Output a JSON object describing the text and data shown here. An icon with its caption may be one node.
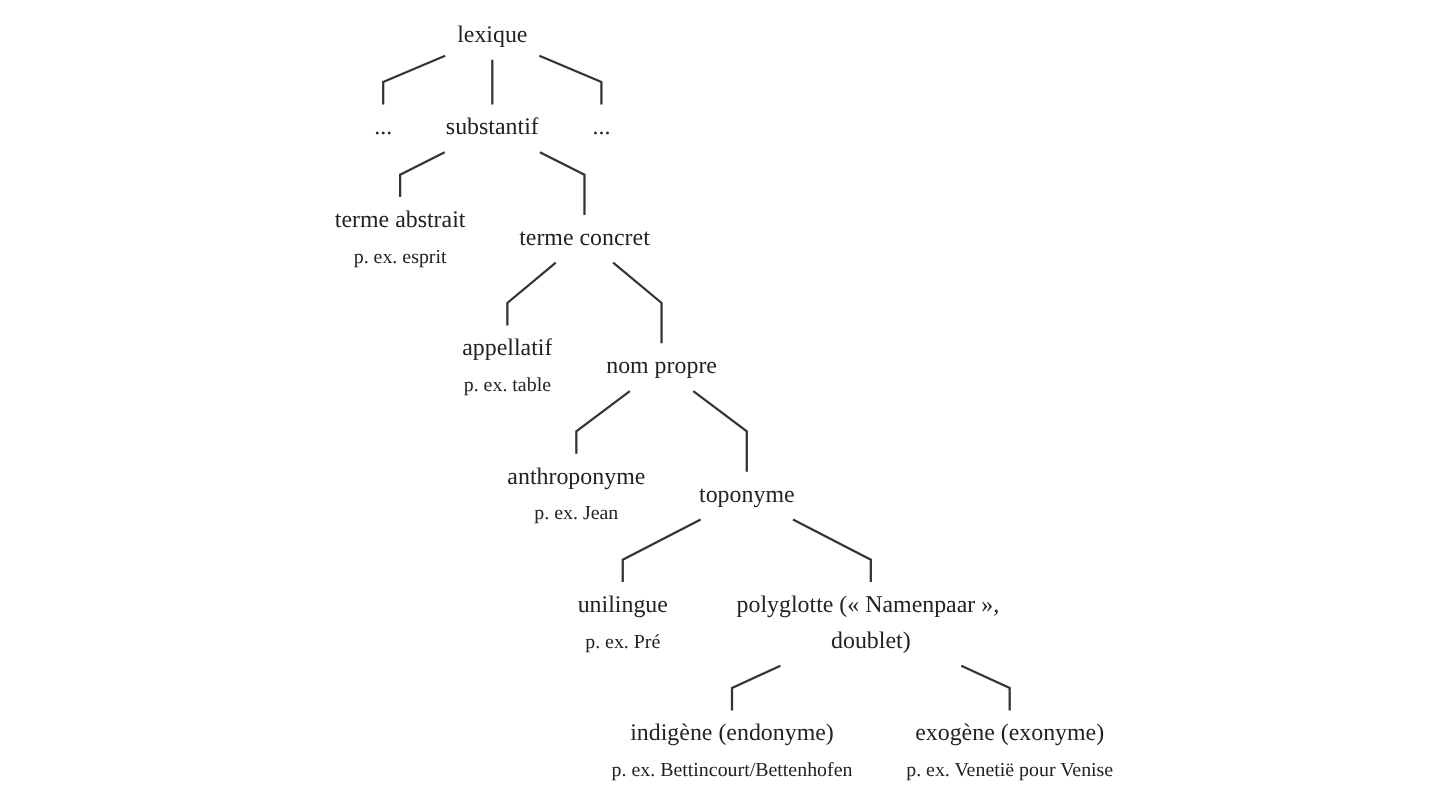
{
  "diagram": {
    "nodes": [
      {
        "text": [
          "lexique"
        ]
      },
      {
        "text": [
          "..."
        ]
      },
      {
        "text": [
          "substantif"
        ]
      },
      {
        "text": [
          "..."
        ]
      },
      {
        "text": [
          "terme abstrait",
          "p. ex. esprit"
        ]
      },
      {
        "text": [
          "terme concret"
        ]
      },
      {
        "text": [
          "appellatif",
          "p. ex. table"
        ]
      },
      {
        "text": [
          "nom propre"
        ]
      },
      {
        "text": [
          "anthroponyme",
          "p. ex. Jean"
        ]
      },
      {
        "text": [
          "toponyme"
        ]
      },
      {
        "text": [
          "unilingue",
          "p. ex. Pré"
        ]
      },
      {
        "text": [
          "polyglotte (« Namenpaar », doublet)"
        ]
      },
      {
        "text": [
          "indigène (endonyme)",
          "p. ex. Bettincourt/Bettenhofen"
        ]
      },
      {
        "text": [
          "exogène (exonyme)",
          "p. ex. Venetië pour Venise"
        ]
      }
    ],
    "edges": [
      {
        "from": 0,
        "to": 1,
        "arrow": "none"
      },
      {
        "from": 0,
        "to": 2,
        "arrow": "none"
      },
      {
        "from": 0,
        "to": 3,
        "arrow": "none"
      },
      {
        "from": 2,
        "to": 4,
        "arrow": "none"
      },
      {
        "from": 2,
        "to": 5,
        "arrow": "none"
      },
      {
        "from": 5,
        "to": 6,
        "arrow": "none"
      },
      {
        "from": 5,
        "to": 7,
        "arrow": "none"
      },
      {
        "from": 7,
        "to": 8,
        "arrow": "none"
      },
      {
        "from": 7,
        "to": 9,
        "arrow": "none"
      },
      {
        "from": 9,
        "to": 10,
        "arrow": "none"
      },
      {
        "from": 9,
        "to": 11,
        "arrow": "none"
      },
      {
        "from": 11,
        "to": 12,
        "arrow": "none"
      },
      {
        "from": 11,
        "to": 13,
        "arrow": "none"
      }
    ]
  }
}
